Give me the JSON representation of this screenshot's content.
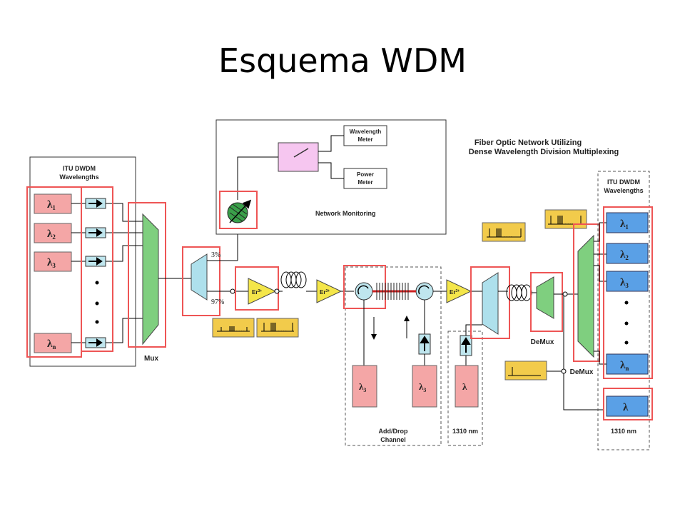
{
  "slide": {
    "title": "Esquema WDM"
  },
  "diagram": {
    "heading_line1": "Fiber Optic Network Utilizing",
    "heading_line2": "Dense Wavelength Division Multiplexing",
    "left_panel": {
      "line1": "ITU DWDM",
      "line2": "Wavelengths",
      "sources": [
        {
          "sym": "λ",
          "sub": "1"
        },
        {
          "sym": "λ",
          "sub": "2"
        },
        {
          "sym": "λ",
          "sub": "3"
        },
        {
          "sym": "λ",
          "sub": "n"
        }
      ]
    },
    "mux_label": "Mux",
    "coupler_top": "3%",
    "coupler_bottom": "97%",
    "amp_label": "Er",
    "amp_sup": "3+",
    "monitoring": {
      "title": "Network Monitoring",
      "meter1_line1": "Wavelength",
      "meter1_line2": "Meter",
      "meter2_line1": "Power",
      "meter2_line2": "Meter"
    },
    "add_drop": {
      "line1": "Add/Drop",
      "line2": "Channel",
      "drop": {
        "sym": "λ",
        "sub": "3"
      },
      "add": {
        "sym": "λ",
        "sub": "3"
      }
    },
    "mid_1310": {
      "sym": "λ",
      "label": "1310 nm"
    },
    "demux_label_1": "DeMux",
    "demux_label_2": "DeMux",
    "right_panel": {
      "line1": "ITU DWDM",
      "line2": "Wavelengths",
      "receivers": [
        {
          "sym": "λ",
          "sub": "1"
        },
        {
          "sym": "λ",
          "sub": "2"
        },
        {
          "sym": "λ",
          "sub": "3"
        },
        {
          "sym": "λ",
          "sub": "n"
        }
      ],
      "extra": {
        "sym": "λ"
      },
      "label_1310": "1310 nm"
    }
  }
}
